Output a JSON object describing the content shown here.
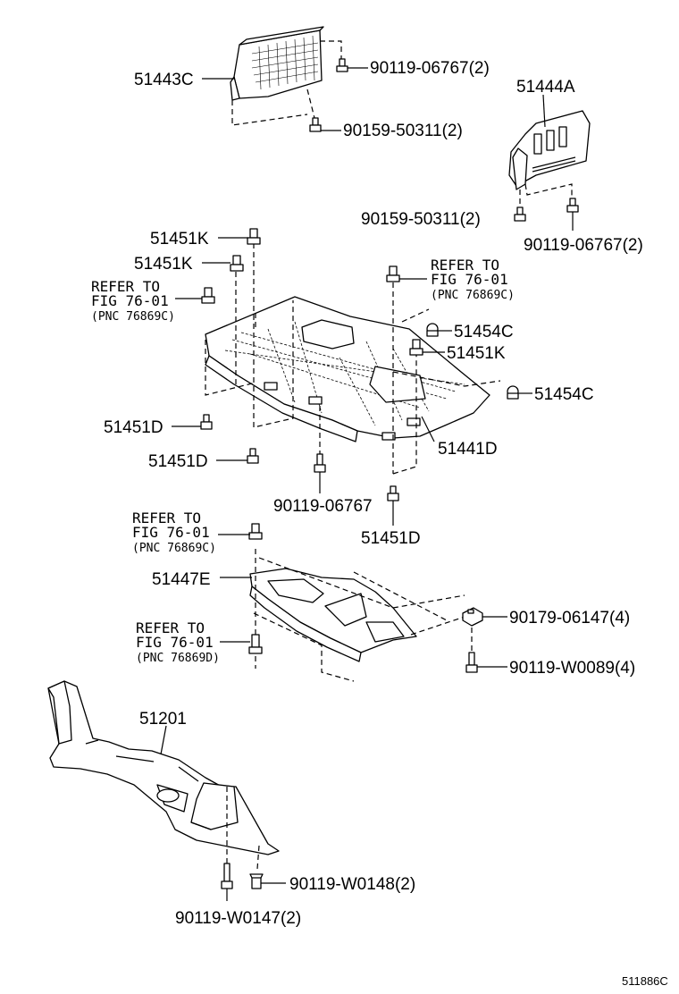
{
  "labels": {
    "c51443c": "51443C",
    "c51444a": "51444A",
    "b9011906767_top": "90119-06767(2)",
    "b9015950311_top": "90159-50311(2)",
    "b9015950311_right": "90159-50311(2)",
    "b9011906767_right": "90119-06767(2)",
    "k51451_1": "51451K",
    "k51451_2": "51451K",
    "k51451_3": "51451K",
    "c51454_1": "51454C",
    "c51454_2": "51454C",
    "d51451_1": "51451D",
    "d51451_2": "51451D",
    "d51451_3": "51451D",
    "d51441": "51441D",
    "b9011906767_mid": "90119-06767",
    "e51447": "51447E",
    "b9017906147": "90179-06147(4)",
    "b90119w0089": "90119-W0089(4)",
    "p51201": "51201",
    "b90119w0148": "90119-W0148(2)",
    "b90119w0147": "90119-W0147(2)"
  },
  "refs": {
    "ref1": {
      "line1": "REFER TO",
      "line2": "FIG 76-01",
      "line3": "(PNC 76869C)"
    },
    "ref2": {
      "line1": "REFER TO",
      "line2": "FIG 76-01",
      "line3": "(PNC 76869C)"
    },
    "ref3": {
      "line1": "REFER TO",
      "line2": "FIG 76-01",
      "line3": "(PNC 76869C)"
    },
    "ref4": {
      "line1": "REFER TO",
      "line2": "FIG 76-01",
      "line3": "(PNC 76869D)"
    }
  },
  "diagram_code": "511886C"
}
